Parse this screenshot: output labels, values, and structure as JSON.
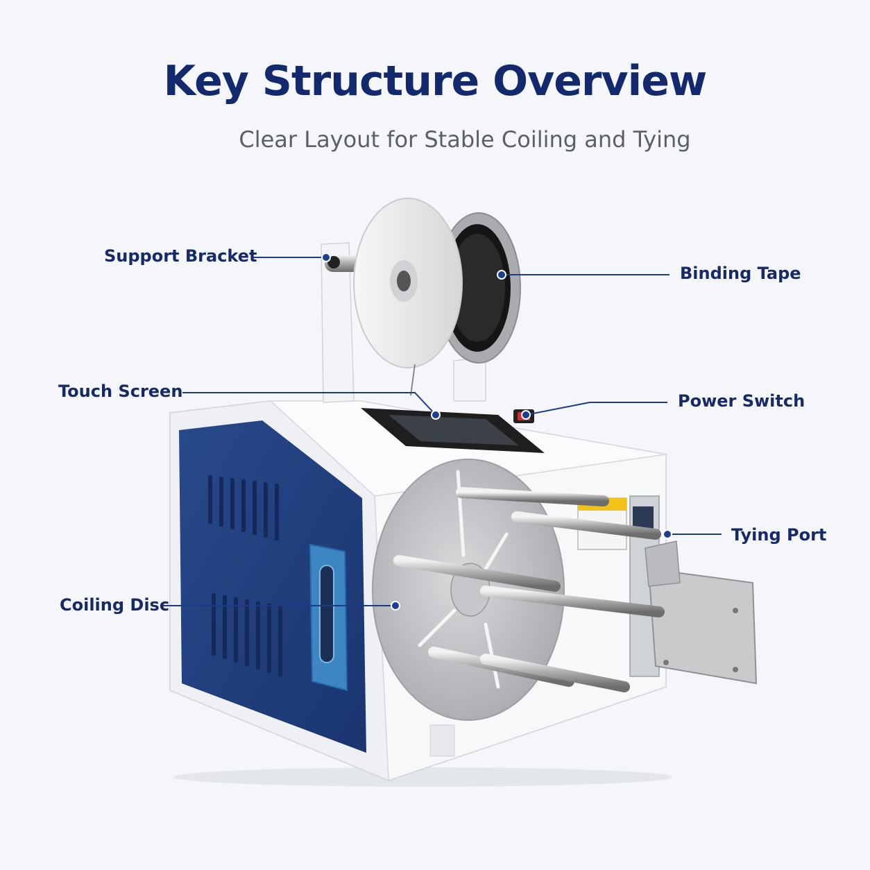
{
  "header": {
    "title": "Key Structure Overview",
    "subtitle": "Clear Layout for Stable Coiling and Tying"
  },
  "callouts": {
    "support_bracket": "Support Bracket",
    "binding_tape": "Binding Tape",
    "touch_screen": "Touch Screen",
    "power_switch": "Power Switch",
    "tying_port": "Tying Port",
    "coiling_disc": "Coiling Disc"
  },
  "colors": {
    "title": "#122a6d",
    "label": "#152a66",
    "leader_line": "#1c3a86",
    "marker": "#1d3f8f",
    "body_panel": "#1f3d79"
  }
}
